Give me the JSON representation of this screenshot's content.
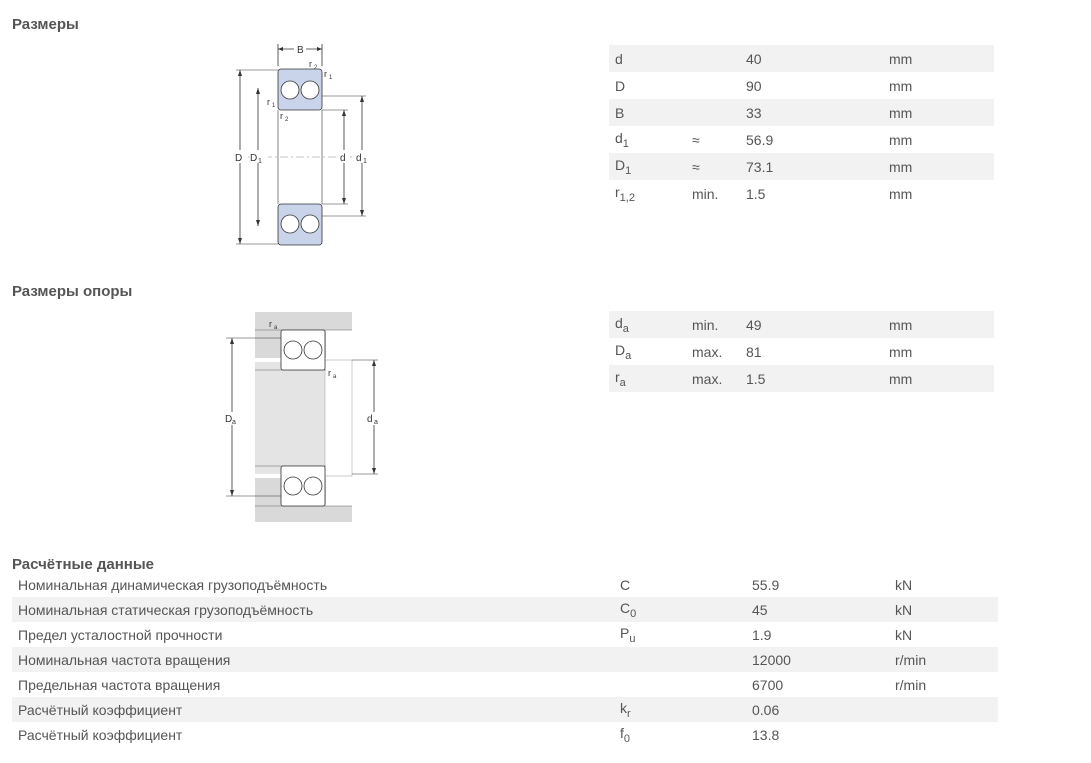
{
  "dimensions": {
    "title": "Размеры",
    "diagram_labels": {
      "B": "B",
      "r1": "r",
      "r2": "r",
      "s1": "1",
      "s2": "2",
      "D": "D",
      "D1": "D",
      "d": "d",
      "d1": "d"
    },
    "rows": [
      {
        "sym": "d",
        "sub": "",
        "qual": "",
        "value": "40",
        "unit": "mm"
      },
      {
        "sym": "D",
        "sub": "",
        "qual": "",
        "value": "90",
        "unit": "mm"
      },
      {
        "sym": "B",
        "sub": "",
        "qual": "",
        "value": "33",
        "unit": "mm"
      },
      {
        "sym": "d",
        "sub": "1",
        "qual": "≈",
        "value": "56.9",
        "unit": "mm"
      },
      {
        "sym": "D",
        "sub": "1",
        "qual": "≈",
        "value": "73.1",
        "unit": "mm"
      },
      {
        "sym": "r",
        "sub": "1,2",
        "qual": "min.",
        "value": "1.5",
        "unit": "mm"
      }
    ]
  },
  "abutment": {
    "title": "Размеры опоры",
    "diagram_labels": {
      "ra": "r",
      "a": "a",
      "Da": "D",
      "da": "d"
    },
    "rows": [
      {
        "sym": "d",
        "sub": "a",
        "qual": "min.",
        "value": "49",
        "unit": "mm"
      },
      {
        "sym": "D",
        "sub": "a",
        "qual": "max.",
        "value": "81",
        "unit": "mm"
      },
      {
        "sym": "r",
        "sub": "a",
        "qual": "max.",
        "value": "1.5",
        "unit": "mm"
      }
    ]
  },
  "calculation": {
    "title": "Расчётные данные",
    "rows": [
      {
        "label": "Номинальная динамическая грузоподъёмность",
        "sym": "C",
        "sub": "",
        "value": "55.9",
        "unit": "kN"
      },
      {
        "label": "Номинальная статическая грузоподъёмность",
        "sym": "C",
        "sub": "0",
        "value": "45",
        "unit": "kN"
      },
      {
        "label": "Предел усталостной прочности",
        "sym": "P",
        "sub": "u",
        "value": "1.9",
        "unit": "kN"
      },
      {
        "label": "Номинальная частота вращения",
        "sym": "",
        "sub": "",
        "value": "12000",
        "unit": "r/min"
      },
      {
        "label": "Предельная частота вращения",
        "sym": "",
        "sub": "",
        "value": "6700",
        "unit": "r/min"
      },
      {
        "label": "Расчётный коэффициент",
        "sym": "k",
        "sub": "r",
        "value": "0.06",
        "unit": ""
      },
      {
        "label": "Расчётный коэффициент",
        "sym": "f",
        "sub": "0",
        "value": "13.8",
        "unit": ""
      }
    ]
  },
  "colors": {
    "ring_fill": "#c9d3ea",
    "housing_fill": "#d9d9d9",
    "row_alt": "#f2f2f2"
  }
}
